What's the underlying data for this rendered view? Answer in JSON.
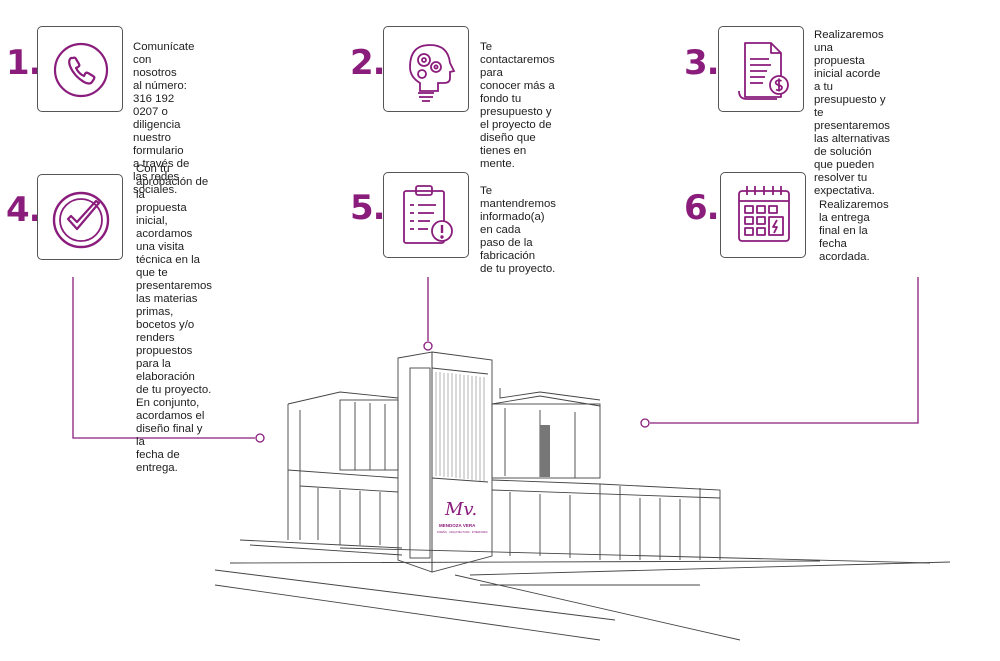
{
  "colors": {
    "accent": "#8a1d7c",
    "line": "#555555"
  },
  "steps": [
    {
      "number": "1.",
      "icon": "phone-icon",
      "text": "Comunícate con nosotros\nal número: 316 192 0207 o\ndiligencia nuestro formulario\na través de las redes sociales."
    },
    {
      "number": "2.",
      "icon": "lightbulb-gears-icon",
      "text": "Te contactaremos para\nconocer más a fondo tu\npresupuesto y el proyecto de\ndiseño que tienes en mente."
    },
    {
      "number": "3.",
      "icon": "document-dollar-icon",
      "text": "Realizaremos una\npropuesta inicial acorde\na tu presupuesto y te\npresentaremos las alternativas\nde solución que pueden\nresolver tu expectativa."
    },
    {
      "number": "4.",
      "icon": "checkmark-circle-icon",
      "text": "Con tu aprobación de la\npropuesta inicial, acordamos\nuna visita técnica en la que te\npresentaremos las materias\nprimas, bocetos y/o renders\npropuestos para la elaboración\nde tu proyecto.  En conjunto,\nacordamos el diseño final y la\nfecha de entrega."
    },
    {
      "number": "5.",
      "icon": "clipboard-alert-icon",
      "text": "Te mantendremos\ninformado(a) en cada\npaso de la fabricación\nde tu proyecto."
    },
    {
      "number": "6.",
      "icon": "calendar-icon",
      "text": "Realizaremos la entrega\nfinal en la fecha acordada."
    }
  ],
  "logo": {
    "mark": "Mv.",
    "name": "MENDOZA VERA",
    "tagline": "DISEÑO · ARQUITECTURA · INTERIORES"
  }
}
